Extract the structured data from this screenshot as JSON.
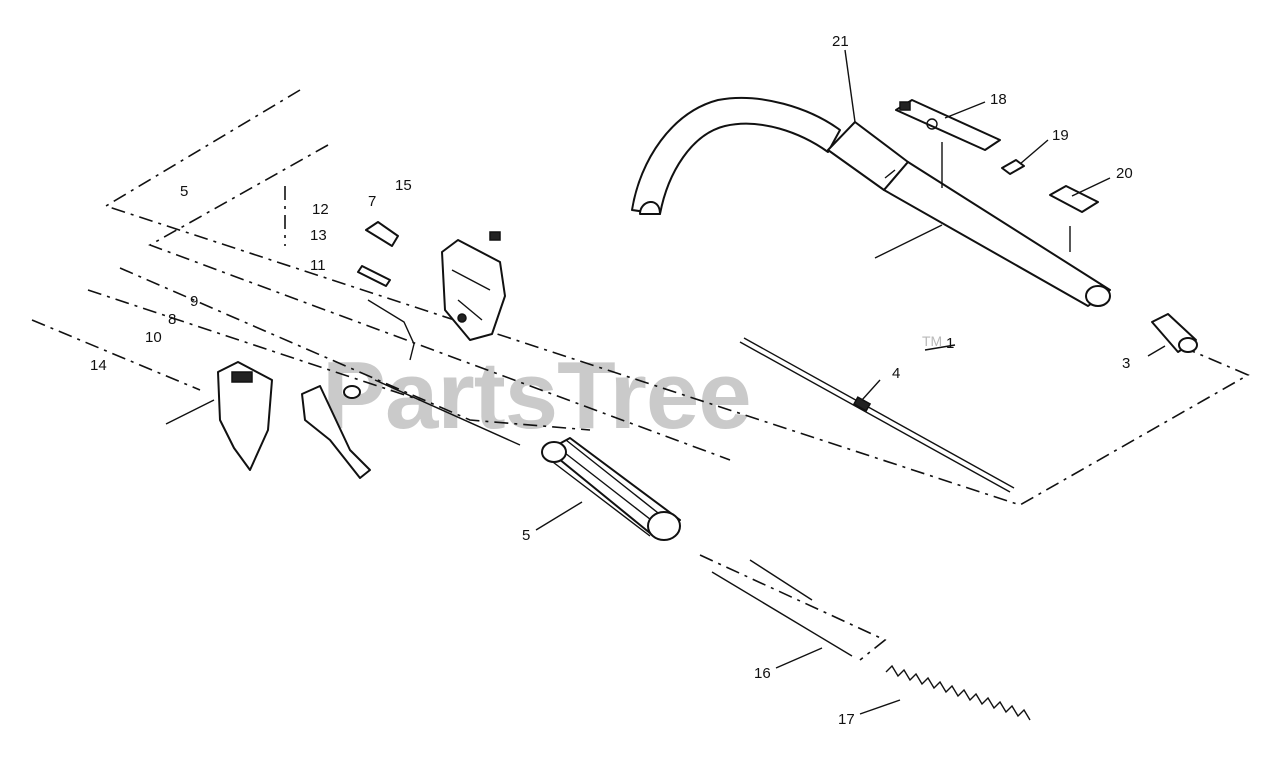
{
  "watermark": {
    "brand": "PartsTree",
    "trademark": "TM"
  },
  "callouts": {
    "p21": "21",
    "p18": "18",
    "p19": "19",
    "p20": "20",
    "p15": "15",
    "p7": "7",
    "p5_top": "5",
    "p12": "12",
    "p13": "13",
    "p11": "11",
    "p9": "9",
    "p8": "8",
    "p10": "10",
    "p14": "14",
    "p1": "1",
    "p4": "4",
    "p3": "3",
    "p5_grip": "5",
    "p16": "16",
    "p17": "17"
  }
}
